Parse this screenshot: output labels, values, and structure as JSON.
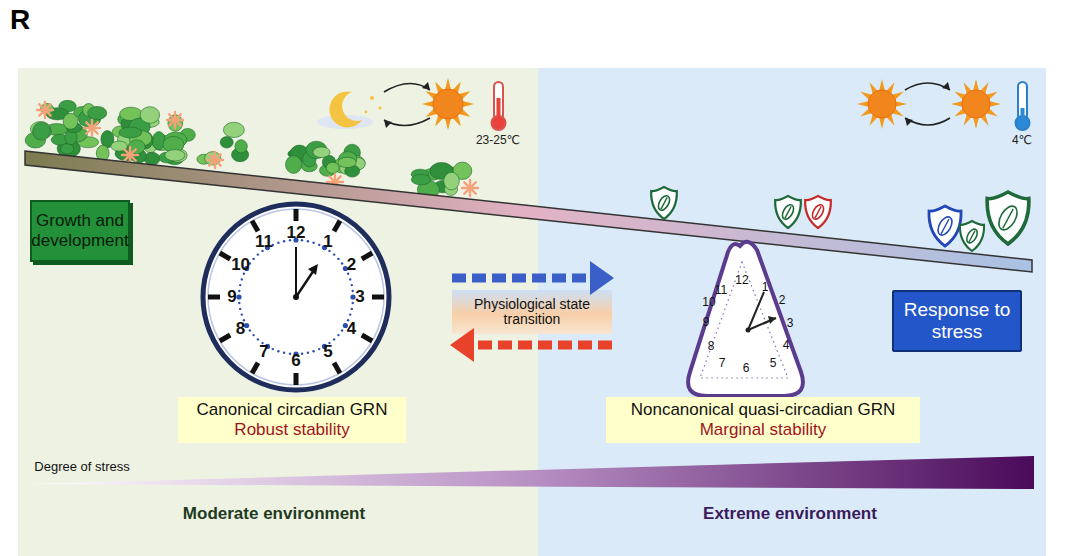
{
  "diagram": {
    "nodes": [
      {
        "text": [
          "Growth and development"
        ]
      },
      {
        "text": [
          "Response to stress"
        ]
      },
      {
        "text": [
          "Canonical circadian GRN",
          "Robust stability"
        ]
      },
      {
        "text": [
          "Noncanonical quasi-circadian GRN",
          "Marginal stability"
        ]
      }
    ],
    "labels": [
      "R",
      "23-25℃",
      "4℃",
      "Physiological state transition",
      "12",
      "1",
      "2",
      "3",
      "4",
      "5",
      "6",
      "7",
      "8",
      "9",
      "10",
      "11",
      "12",
      "1",
      "2",
      "3",
      "4",
      "5",
      "6",
      "7",
      "8",
      "9",
      "10",
      "11",
      "Degree of stress",
      "Moderate environment",
      "Extreme environment"
    ]
  }
}
